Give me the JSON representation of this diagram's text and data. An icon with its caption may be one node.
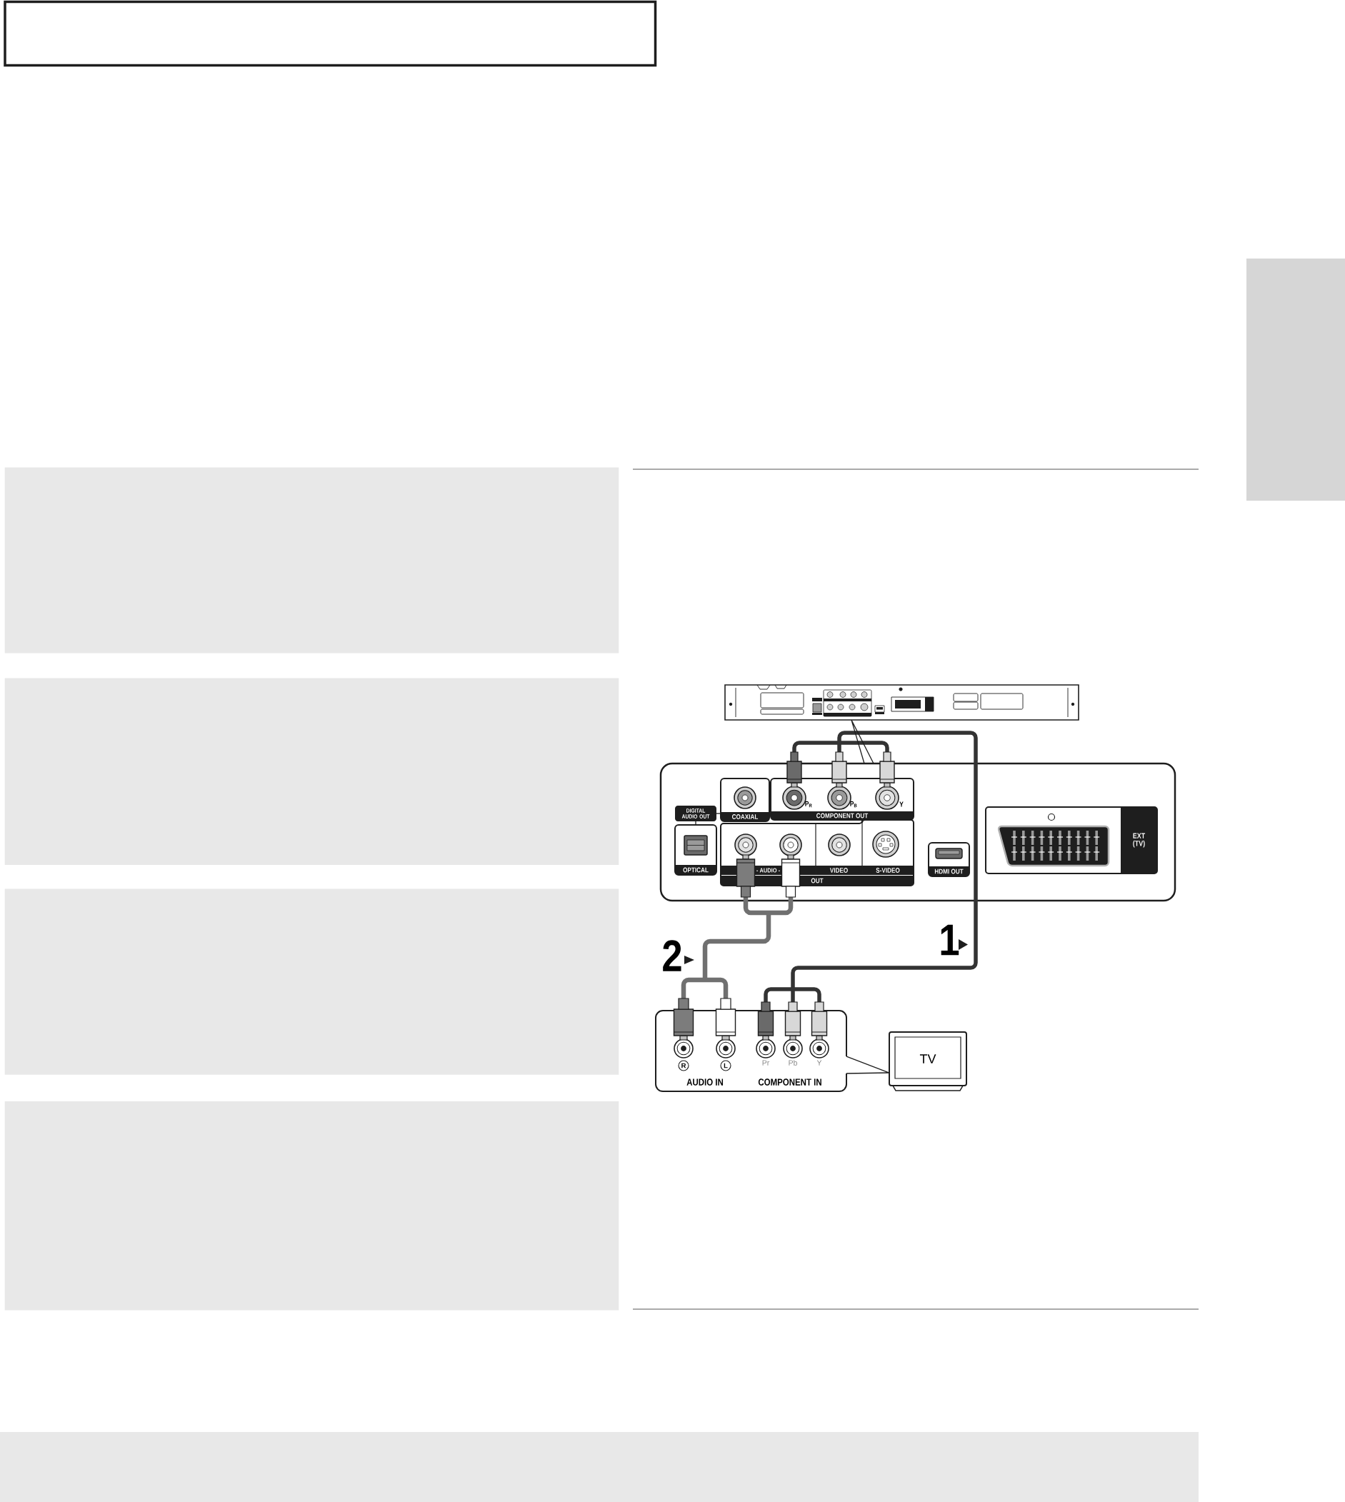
{
  "diagram": {
    "nodes": [
      {
        "text": [],
        "shape": "box"
      },
      {
        "text": [],
        "shape": "picture"
      },
      {
        "text": [],
        "shape": "box"
      },
      {
        "text": [
          "DIGITAL AUDIO OUT"
        ],
        "in": 2
      },
      {
        "text": [
          "COAXIAL"
        ],
        "in": 2
      },
      {
        "text": [],
        "shape": "circle",
        "in": 4
      },
      {
        "text": [
          "COMPONENT OUT"
        ],
        "in": 2
      },
      {
        "text": [
          "P$_{R}$"
        ],
        "in": 6
      },
      {
        "text": [
          "P$_{B}$"
        ],
        "in": 6
      },
      {
        "text": [
          "Y"
        ],
        "in": 6
      },
      {
        "text": [
          "OPTICAL"
        ],
        "in": 2
      },
      {
        "text": [
          "- AUDIO -",
          "VIDEO",
          "S-VIDEO",
          "OUT"
        ],
        "in": 2
      },
      {
        "text": [],
        "shape": "circle",
        "in": 11
      },
      {
        "text": [],
        "shape": "circle",
        "in": 11
      },
      {
        "text": [],
        "shape": "circle",
        "in": 11
      },
      {
        "text": [],
        "shape": "circle",
        "in": 11
      },
      {
        "text": [
          "HDMI OUT"
        ],
        "in": 2
      },
      {
        "text": [
          "EXT (TV)"
        ],
        "in": 2
      },
      {
        "text": [
          "AUDIO IN",
          "COMPONENT IN"
        ]
      },
      {
        "text": [
          "R"
        ],
        "in": 18
      },
      {
        "text": [
          "L"
        ],
        "in": 18
      },
      {
        "text": [
          "Pr"
        ],
        "in": 18
      },
      {
        "text": [
          "Pb"
        ],
        "in": 18
      },
      {
        "text": [
          "Y"
        ],
        "in": 18
      },
      {
        "text": [
          "TV"
        ]
      }
    ],
    "edges": [
      {
        "from": 1,
        "to": 2,
        "arrow": "none"
      },
      {
        "from": 3,
        "to": 4,
        "arrow": "none"
      },
      {
        "from": 3,
        "to": 10,
        "arrow": "none"
      },
      {
        "from": 7,
        "to": 21,
        "arrow": "other"
      },
      {
        "from": 7,
        "to": 22,
        "arrow": "other"
      },
      {
        "from": 7,
        "to": 23,
        "arrow": "other"
      },
      {
        "from": 8,
        "to": 21,
        "arrow": "other"
      },
      {
        "from": 8,
        "to": 22,
        "arrow": "other"
      },
      {
        "from": 8,
        "to": 23,
        "arrow": "other"
      },
      {
        "from": 9,
        "to": 21,
        "arrow": "other"
      },
      {
        "from": 9,
        "to": 22,
        "arrow": "other"
      },
      {
        "from": 9,
        "to": 23,
        "arrow": "other"
      },
      {
        "from": 12,
        "to": 19,
        "arrow": "other",
        "color": "#707070"
      },
      {
        "from": 12,
        "to": 20,
        "arrow": "other",
        "color": "#707070"
      },
      {
        "from": 13,
        "to": 19,
        "arrow": "other",
        "color": "#707070"
      },
      {
        "from": 13,
        "to": 20,
        "arrow": "other",
        "color": "#707070"
      },
      {
        "from": 18,
        "to": 24,
        "arrow": "none"
      }
    ],
    "labels": [
      "1",
      "2"
    ]
  }
}
